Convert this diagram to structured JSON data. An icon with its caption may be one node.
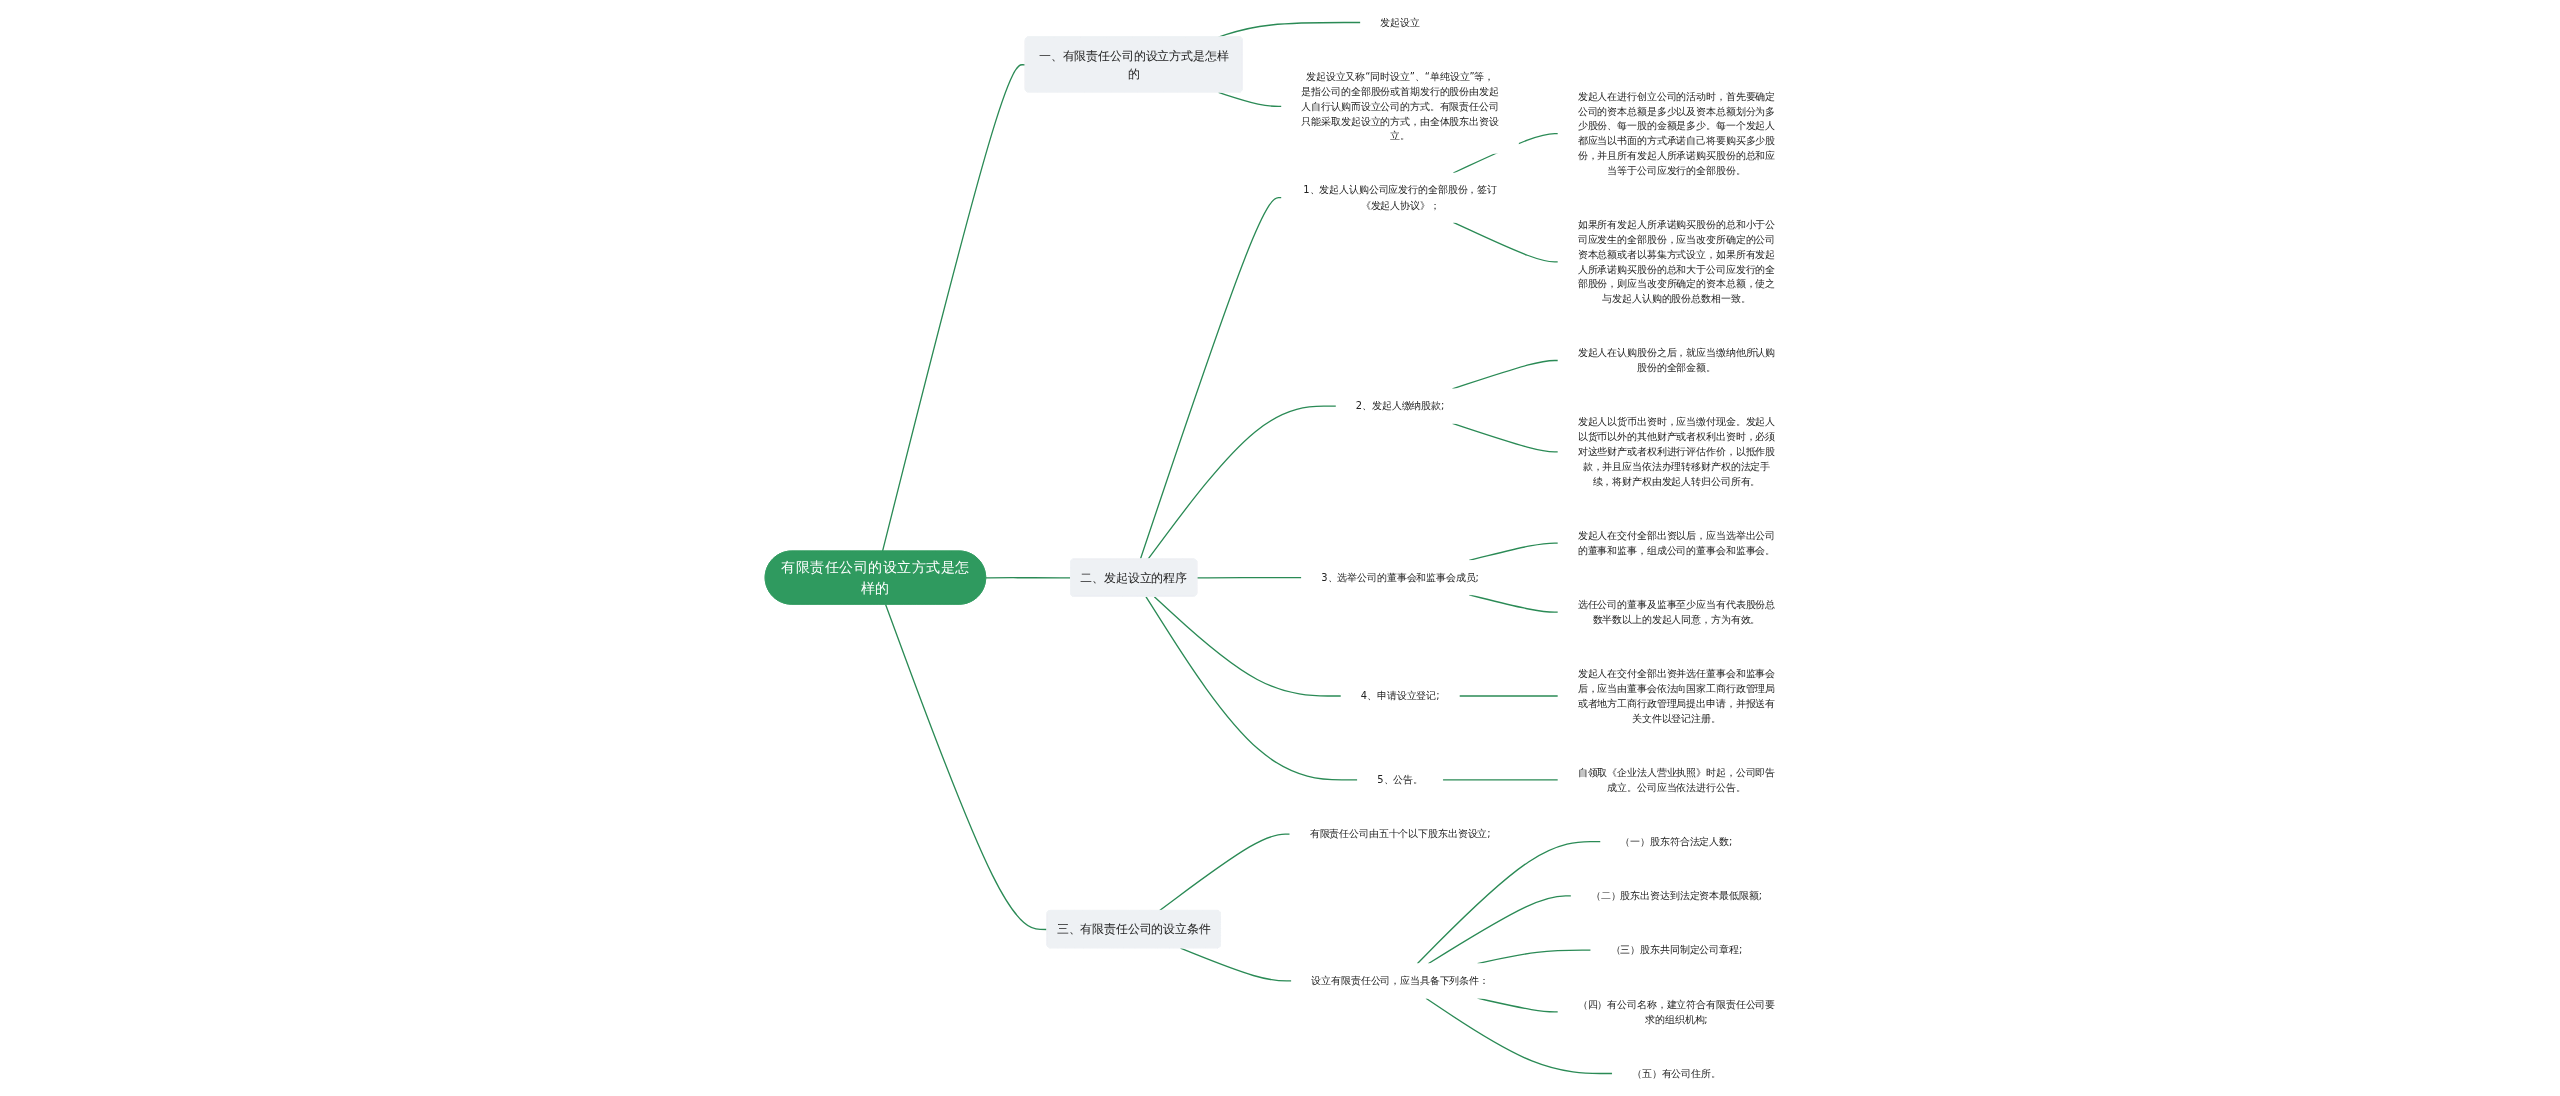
{
  "diagram": {
    "nodes": [
      {
        "text": [
          "有限责任公司的设立方式是怎样的"
        ]
      },
      {
        "text": [
          "一、有限责任公司的设立方式是怎样的"
        ]
      },
      {
        "text": [
          "发起设立"
        ]
      },
      {
        "text": [
          "发起设立又称“同时设立”、“单纯设立”等，是指公司的全部股份或首期发行的股份由发起人自行认购而设立公司的方式。有限责任公司只能采取发起设立的方式，由全体股东出资设立。"
        ]
      },
      {
        "text": [
          "二、发起设立的程序"
        ]
      },
      {
        "text": [
          "1、发起人认购公司应发行的全部股份，签订《发起人协议》；"
        ]
      },
      {
        "text": [
          "发起人在进行创立公司的活动时，首先要确定公司的资本总额是多少以及资本总额划分为多少股份、每一股的金额是多少。每一个发起人都应当以书面的方式承诺自己将要购买多少股份，并且所有发起人所承诺购买股份的总和应当等于公司应发行的全部股份。"
        ]
      },
      {
        "text": [
          "如果所有发起人所承诺购买股份的总和小于公司应发生的全部股份，应当改变所确定的公司资本总额或者以募集方式设立，如果所有发起人所承诺购买股份的总和大于公司应发行的全部股份，则应当改变所确定的资本总额，使之与发起人认购的股份总数相一致。"
        ]
      },
      {
        "text": [
          "2、发起人缴纳股款;"
        ]
      },
      {
        "text": [
          "发起人在认购股份之后，就应当缴纳他所认购股份的全部金额。"
        ]
      },
      {
        "text": [
          "发起人以货币出资时，应当缴付现金。发起人以货币以外的其他财产或者权利出资时，必须对这些财产或者权利进行评估作价，以抵作股款，并且应当依法办理转移财产权的法定手续，将财产权由发起人转归公司所有。"
        ]
      },
      {
        "text": [
          "3、选举公司的董事会和监事会成员;"
        ]
      },
      {
        "text": [
          "发起人在交付全部出资以后，应当选举出公司的董事和监事，组成公司的董事会和监事会。"
        ]
      },
      {
        "text": [
          "选任公司的董事及监事至少应当有代表股份总数半数以上的发起人同意，方为有效。"
        ]
      },
      {
        "text": [
          "4、申请设立登记;"
        ]
      },
      {
        "text": [
          "发起人在交付全部出资并选任董事会和监事会后，应当由董事会依法向国家工商行政管理局或者地方工商行政管理局提出申请，并报送有关文件以登记注册。"
        ]
      },
      {
        "text": [
          "5、公告。"
        ]
      },
      {
        "text": [
          "自领取《企业法人营业执照》时起，公司即告成立。公司应当依法进行公告。"
        ]
      },
      {
        "text": [
          "三、有限责任公司的设立条件"
        ]
      },
      {
        "text": [
          "有限责任公司由五十个以下股东出资设立;"
        ]
      },
      {
        "text": [
          "设立有限责任公司，应当具备下列条件："
        ]
      },
      {
        "text": [
          "（一）股东符合法定人数;"
        ]
      },
      {
        "text": [
          "（二）股东出资达到法定资本最低限额;"
        ]
      },
      {
        "text": [
          "（三）股东共同制定公司章程;"
        ]
      },
      {
        "text": [
          "（四）有公司名称，建立符合有限责任公司要求的组织机构;"
        ]
      },
      {
        "text": [
          "（五）有公司住所。"
        ]
      }
    ],
    "edges": [
      {
        "from": 0,
        "to": 1,
        "arrow": "none"
      },
      {
        "from": 1,
        "to": 2,
        "arrow": "none"
      },
      {
        "from": 1,
        "to": 3,
        "arrow": "none"
      },
      {
        "from": 0,
        "to": 4,
        "arrow": "none"
      },
      {
        "from": 4,
        "to": 5,
        "arrow": "none"
      },
      {
        "from": 5,
        "to": 6,
        "arrow": "none"
      },
      {
        "from": 5,
        "to": 7,
        "arrow": "none"
      },
      {
        "from": 4,
        "to": 8,
        "arrow": "none"
      },
      {
        "from": 8,
        "to": 9,
        "arrow": "none"
      },
      {
        "from": 8,
        "to": 10,
        "arrow": "none"
      },
      {
        "from": 4,
        "to": 11,
        "arrow": "none"
      },
      {
        "from": 11,
        "to": 12,
        "arrow": "none"
      },
      {
        "from": 11,
        "to": 13,
        "arrow": "none"
      },
      {
        "from": 4,
        "to": 14,
        "arrow": "none"
      },
      {
        "from": 14,
        "to": 15,
        "arrow": "none"
      },
      {
        "from": 4,
        "to": 16,
        "arrow": "none"
      },
      {
        "from": 16,
        "to": 17,
        "arrow": "none"
      },
      {
        "from": 0,
        "to": 18,
        "arrow": "none"
      },
      {
        "from": 18,
        "to": 19,
        "arrow": "none"
      },
      {
        "from": 18,
        "to": 20,
        "arrow": "none"
      },
      {
        "from": 20,
        "to": 21,
        "arrow": "none"
      },
      {
        "from": 20,
        "to": 22,
        "arrow": "none"
      },
      {
        "from": 20,
        "to": 23,
        "arrow": "none"
      },
      {
        "from": 20,
        "to": 24,
        "arrow": "none"
      },
      {
        "from": 20,
        "to": 25,
        "arrow": "none"
      }
    ]
  }
}
